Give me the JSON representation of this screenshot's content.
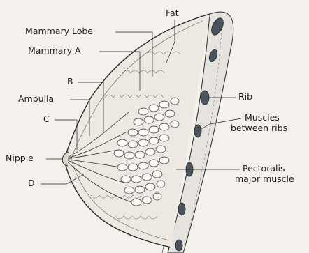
{
  "diagram": {
    "labels": {
      "fat": "Fat",
      "mammary_lobe": "Mammary Lobe",
      "mammary_a": "Mammary A",
      "b": "B",
      "ampulla": "Ampulla",
      "c": "C",
      "nipple": "Nipple",
      "d": "D",
      "rib": "Rib",
      "muscles_between_ribs_1": "Muscles",
      "muscles_between_ribs_2": "between ribs",
      "pectoralis_1": "Pectoralis",
      "pectoralis_2": "major muscle"
    }
  },
  "colors": {
    "background": "#f4f1ec",
    "line": "#2a2a2a",
    "rib": "#4a5560",
    "muscle": "#9aa3a8"
  }
}
